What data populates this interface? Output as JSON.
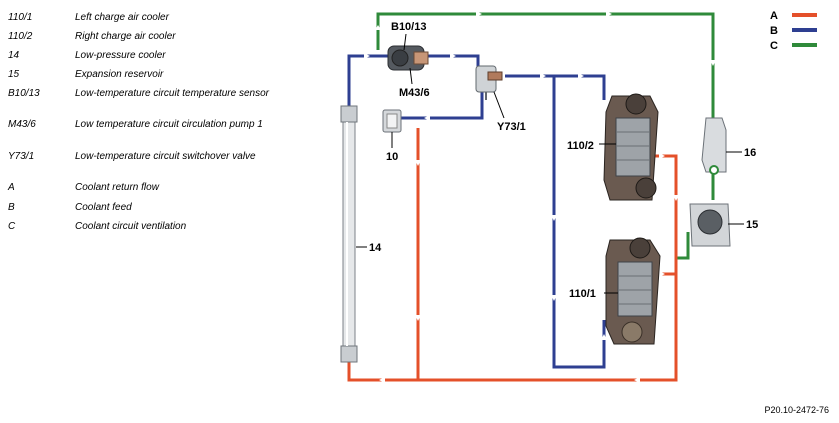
{
  "legend": [
    {
      "code": "110/1",
      "desc": "Left charge air cooler"
    },
    {
      "code": "110/2",
      "desc": "Right charge air cooler"
    },
    {
      "code": "14",
      "desc": "Low-pressure cooler"
    },
    {
      "code": "15",
      "desc": "Expansion reservoir"
    },
    {
      "code": "B10/13",
      "desc": "Low-temperature circuit temperature sensor"
    },
    {
      "code": "M43/6",
      "desc": "Low temperature circuit circulation pump 1"
    },
    {
      "code": "Y73/1",
      "desc": "Low-temperature circuit switchover valve"
    },
    {
      "code": "A",
      "desc": "Coolant return flow"
    },
    {
      "code": "B",
      "desc": "Coolant feed"
    },
    {
      "code": "C",
      "desc": "Coolant circuit ventilation"
    }
  ],
  "line_key": [
    {
      "letter": "A",
      "color": "#e4502a"
    },
    {
      "letter": "B",
      "color": "#2e3f91"
    },
    {
      "letter": "C",
      "color": "#2f8a3a"
    }
  ],
  "labels": {
    "b10_13": "B10/13",
    "m43_6": "M43/6",
    "y73_1": "Y73/1",
    "c10": "10",
    "c14": "14",
    "c15": "15",
    "c16": "16",
    "c110_2": "110/2",
    "c110_1": "110/1"
  },
  "reference": "P20.10-2472-76"
}
